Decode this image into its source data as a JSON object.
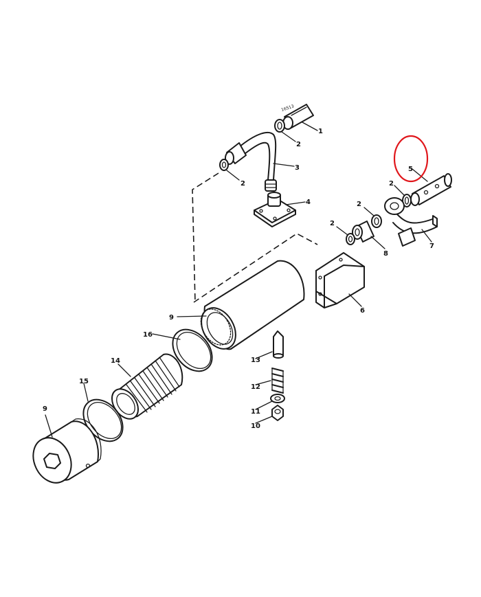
{
  "diagram": {
    "callouts": [
      {
        "id": "c1",
        "text": "1"
      },
      {
        "id": "c2a",
        "text": "2"
      },
      {
        "id": "c2b",
        "text": "2"
      },
      {
        "id": "c3",
        "text": "3"
      },
      {
        "id": "c4",
        "text": "4"
      },
      {
        "id": "c5",
        "text": "5"
      },
      {
        "id": "c2c",
        "text": "2"
      },
      {
        "id": "c2d",
        "text": "2"
      },
      {
        "id": "c2e",
        "text": "2"
      },
      {
        "id": "c7",
        "text": "7"
      },
      {
        "id": "c8",
        "text": "8"
      },
      {
        "id": "c6",
        "text": "6"
      },
      {
        "id": "c9a",
        "text": "9"
      },
      {
        "id": "c16",
        "text": "16"
      },
      {
        "id": "c14",
        "text": "14"
      },
      {
        "id": "c13",
        "text": "13"
      },
      {
        "id": "c15",
        "text": "15"
      },
      {
        "id": "c12",
        "text": "12"
      },
      {
        "id": "c11",
        "text": "11"
      },
      {
        "id": "c10",
        "text": "10"
      },
      {
        "id": "c9b",
        "text": "9"
      }
    ],
    "fitting_marking": "16513",
    "highlight_color": "#e0161b"
  }
}
